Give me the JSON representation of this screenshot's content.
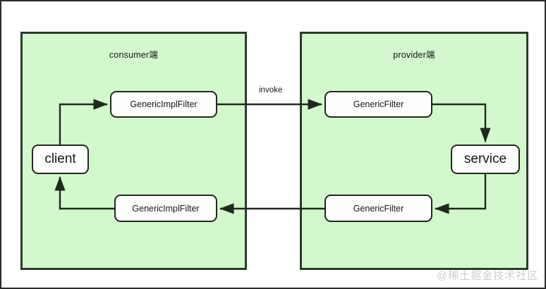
{
  "diagram": {
    "title_consumer": "consumer端",
    "title_provider": "provider端",
    "zones": [
      {
        "id": "consumer",
        "label": "consumer端"
      },
      {
        "id": "provider",
        "label": "provider端"
      }
    ],
    "nodes": [
      {
        "id": "consumer-filter-top",
        "label": "GenericImplFilter"
      },
      {
        "id": "client",
        "label": "client"
      },
      {
        "id": "consumer-filter-bottom",
        "label": "GenericImplFilter"
      },
      {
        "id": "provider-filter-top",
        "label": "GenericFilter"
      },
      {
        "id": "service",
        "label": "service"
      },
      {
        "id": "provider-filter-bottom",
        "label": "GenericFilter"
      }
    ],
    "edges": [
      {
        "from": "client",
        "to": "consumer-filter-top",
        "label": ""
      },
      {
        "from": "consumer-filter-top",
        "to": "provider-filter-top",
        "label": "invoke"
      },
      {
        "from": "provider-filter-top",
        "to": "service",
        "label": ""
      },
      {
        "from": "service",
        "to": "provider-filter-bottom",
        "label": ""
      },
      {
        "from": "provider-filter-bottom",
        "to": "consumer-filter-bottom",
        "label": ""
      },
      {
        "from": "consumer-filter-bottom",
        "to": "client",
        "label": ""
      }
    ],
    "edge_labels": {
      "invoke": "invoke"
    },
    "watermark": "@稀土掘金技术社区",
    "colors": {
      "zone_fill": "#d3f8cd",
      "zone_border": "#2d3b2d",
      "node_fill": "#fdfdfb",
      "node_border": "#20291f",
      "edge": "#20291f",
      "text": "#14181c",
      "watermark": "#cfcfcf",
      "page_border": "#2b2b2b"
    }
  }
}
